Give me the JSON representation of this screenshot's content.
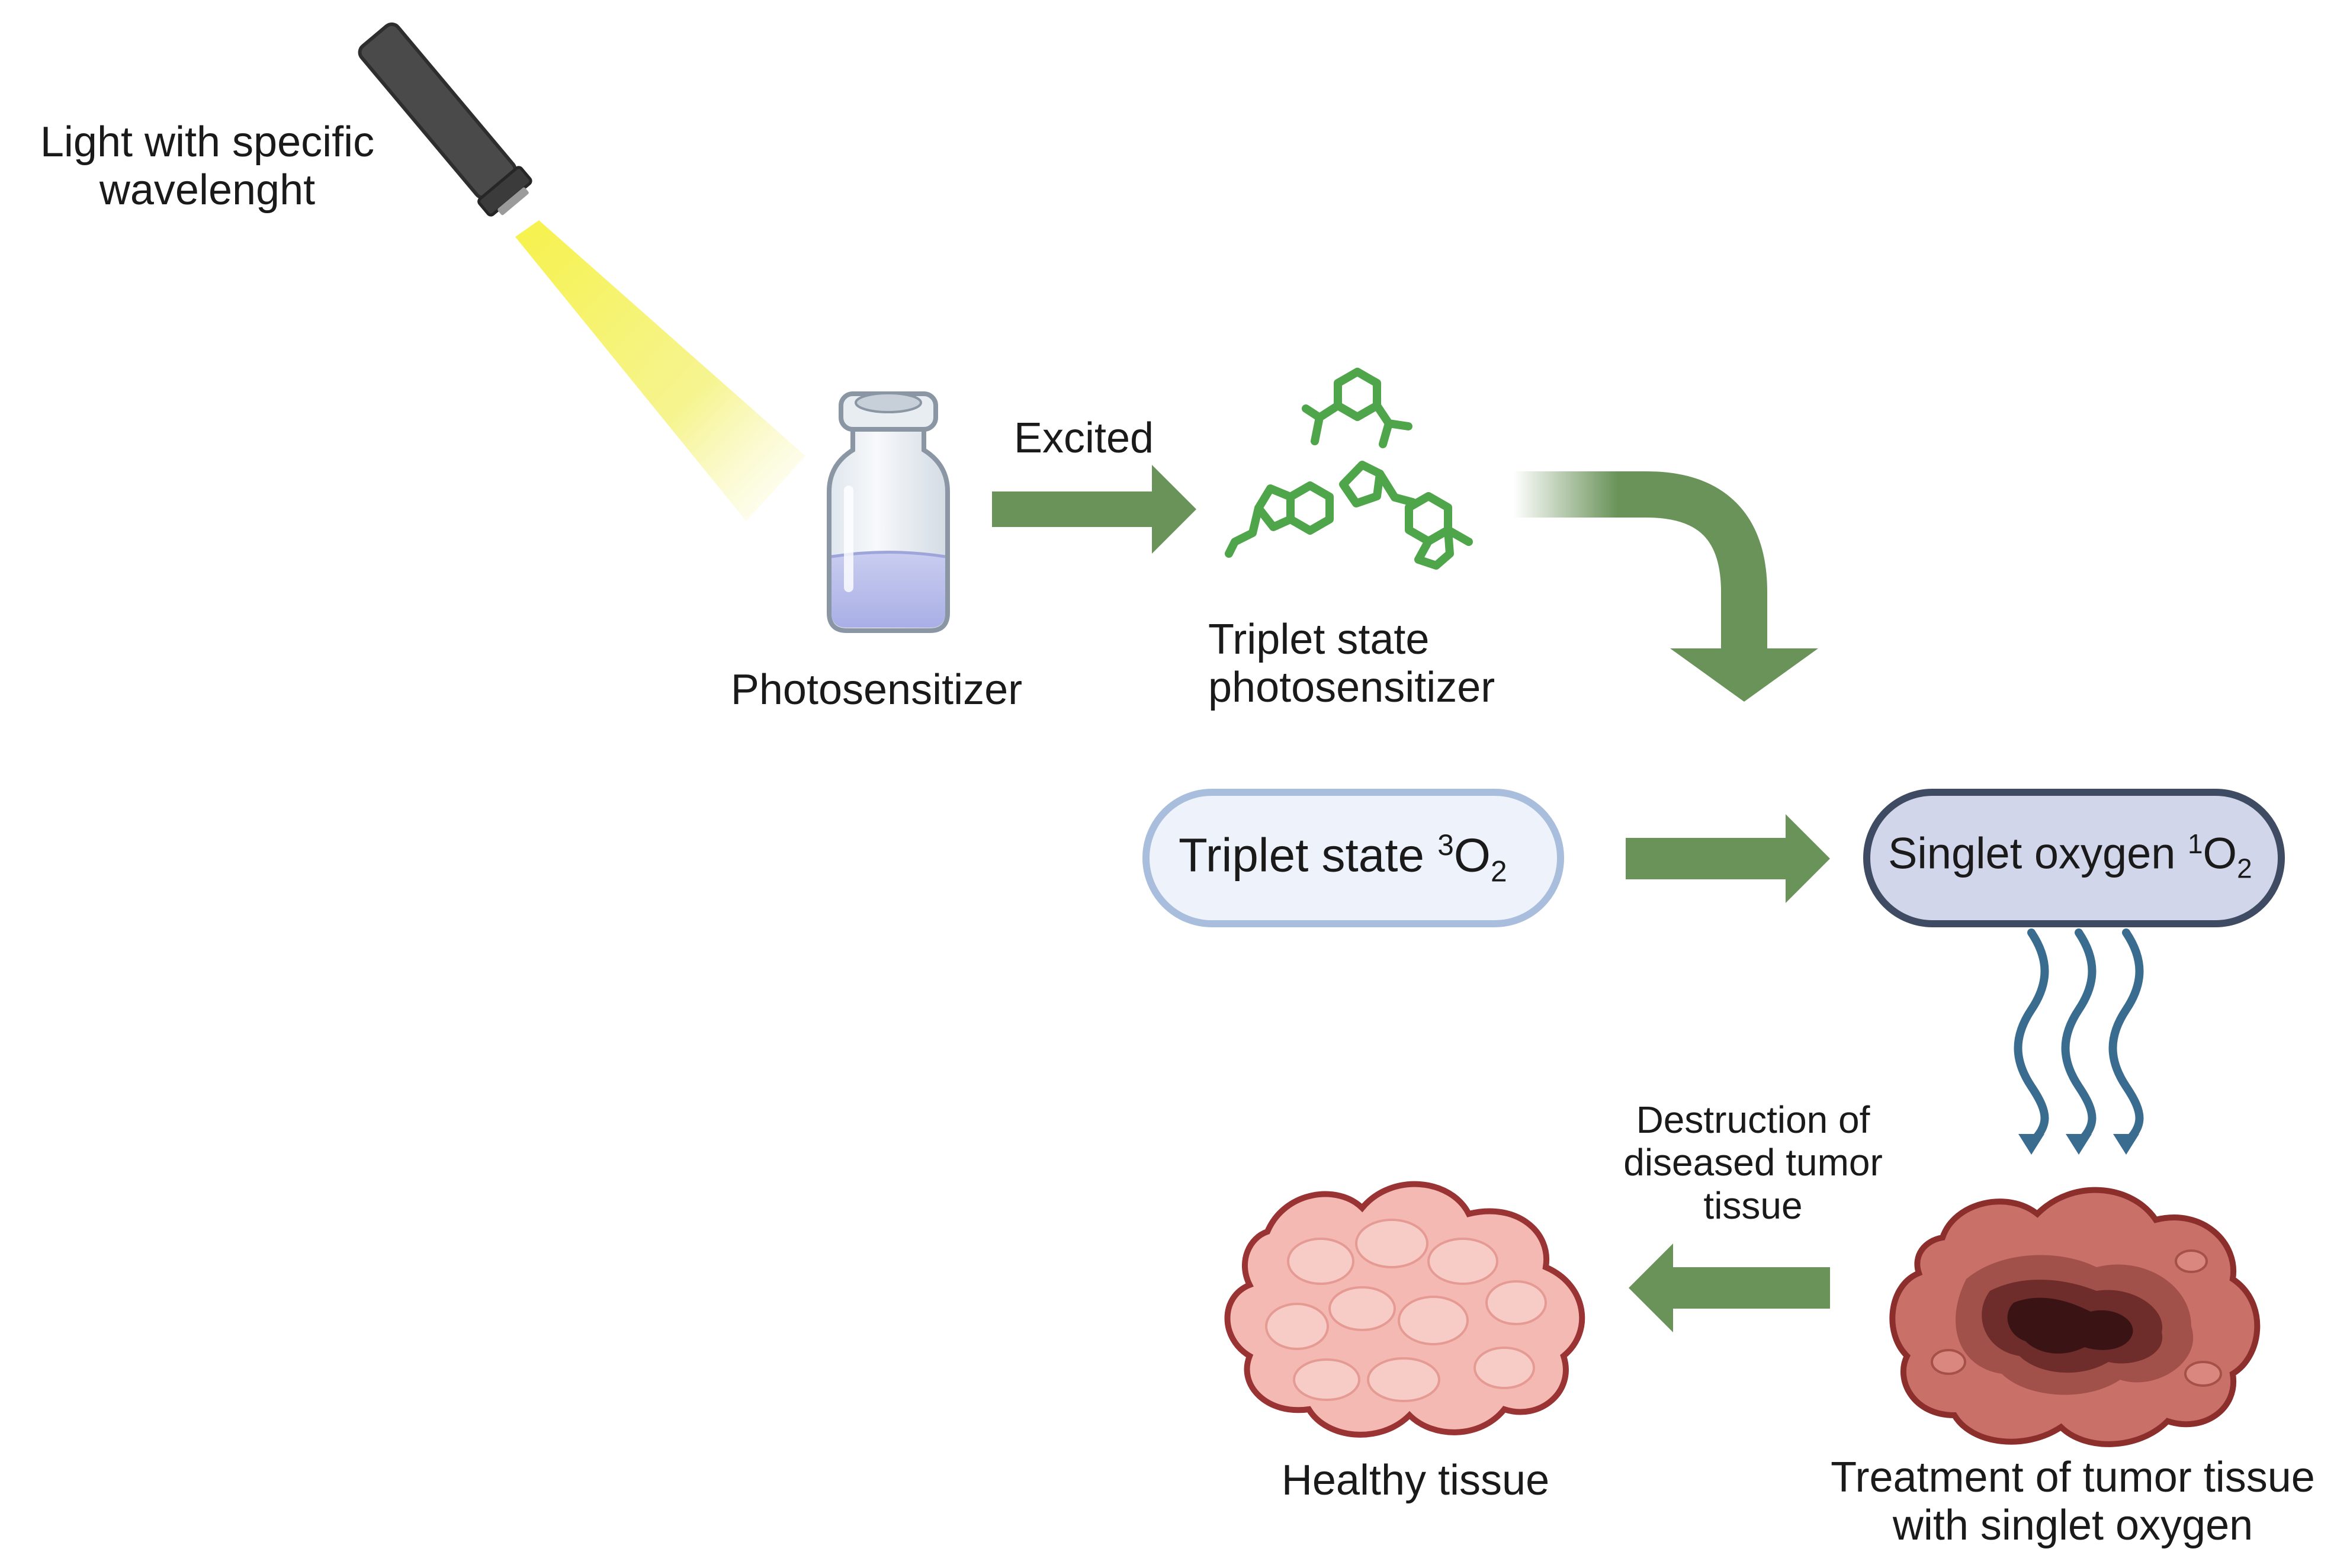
{
  "labels": {
    "light_line1": "Light with specific",
    "light_line2": "wavelenght",
    "photosensitizer": "Photosensitizer",
    "excited": "Excited",
    "triplet_ps_line1": "Triplet state",
    "triplet_ps_line2": "photosensitizer",
    "triplet_o2_text": "Triplet state ",
    "triplet_o2_sup": "3",
    "triplet_o2_main": "O",
    "triplet_o2_sub": "2",
    "singlet_o2_text": "Singlet oxygen ",
    "singlet_o2_sup": "1",
    "singlet_o2_main": "O",
    "singlet_o2_sub": "2",
    "destruction_line1": "Destruction of",
    "destruction_line2": "diseased tumor",
    "destruction_line3": "tissue",
    "healthy": "Healthy tissue",
    "treatment_line1": "Treatment of tumor tissue",
    "treatment_line2": "with singlet oxygen"
  },
  "colors": {
    "arrow_green": "#6a935a",
    "molecule_green": "#4fa64a",
    "triplet_pill_fill": "#eef3fb",
    "triplet_pill_stroke": "#a9bedd",
    "singlet_pill_fill": "#d2d6ea",
    "singlet_pill_stroke": "#3e4b63",
    "wave_blue": "#3a6c8f",
    "light_beam": "#f2f06a",
    "healthy_tissue": "#f4b9b3",
    "tumor_tissue": "#c97068"
  }
}
